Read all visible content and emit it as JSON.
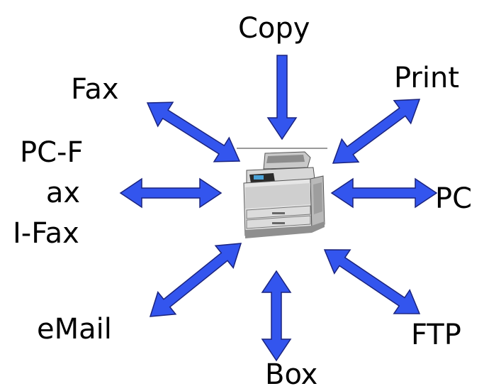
{
  "colors": {
    "arrow_fill": "#3355ee",
    "arrow_stroke": "#1a237e"
  },
  "center": {
    "icon": "multifunction-printer-icon"
  },
  "labels": {
    "copy": "Copy",
    "fax": "Fax",
    "print": "Print",
    "pcfax_line1": "PC-F",
    "pcfax_line2": "ax",
    "pcfax_line3": "I-Fax",
    "pc": "PC",
    "email": "eMail",
    "ftp": "FTP",
    "box": "Box"
  }
}
